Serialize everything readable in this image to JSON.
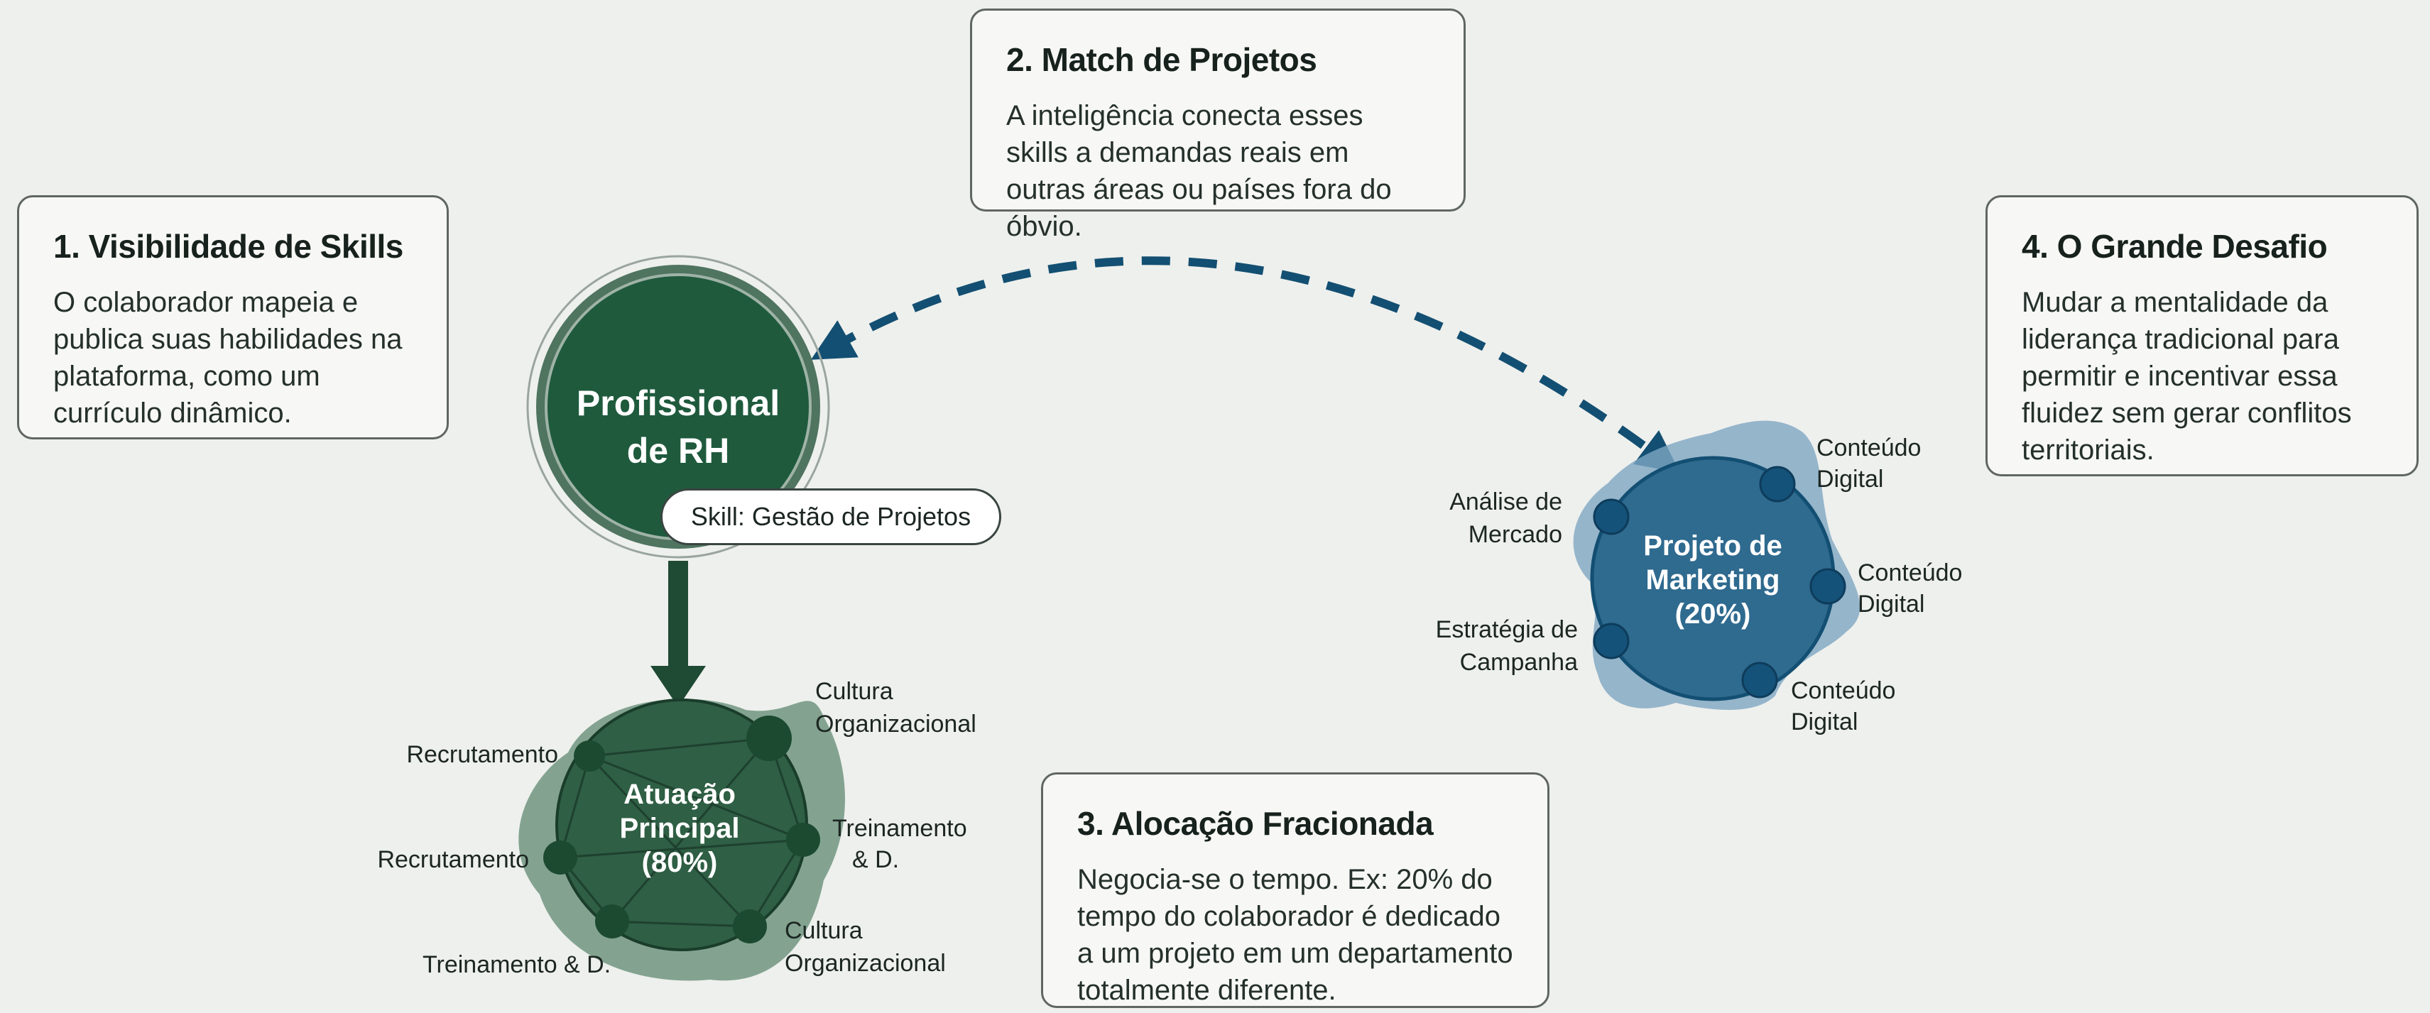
{
  "cards": {
    "visibility": {
      "title": "1. Visibilidade de Skills",
      "body": "O colaborador mapeia e publica suas habilidades na plataforma, como um currículo dinâmico."
    },
    "match": {
      "title": "2. Match de Projetos",
      "body": "A inteligência conecta esses skills a demandas reais em outras áreas ou países fora do óbvio."
    },
    "allocation": {
      "title": "3. Alocação Fracionada",
      "body": "Negocia-se o tempo. Ex: 20% do tempo do colaborador é dedicado a um projeto em um departamento totalmente diferente."
    },
    "challenge": {
      "title": "4. O Grande Desafio",
      "body": "Mudar a mentalidade da liderança tradicional para permitir e incentivar essa fluidez sem gerar conflitos territoriais."
    }
  },
  "professional": {
    "line1": "Profissional",
    "line2": "de RH",
    "skill_tag": "Skill: Gestão de Projetos"
  },
  "main_role": {
    "line1": "Atuação",
    "line2": "Principal",
    "line3": "(80%)",
    "nodes": {
      "recrutamento_top": "Recrutamento",
      "recrutamento_left": "Recrutamento",
      "treinamento_bottom": "Treinamento & D.",
      "treinamento_right_1": "Treinamento",
      "treinamento_right_2": "& D.",
      "cultura_top_1": "Cultura",
      "cultura_top_2": "Organizacional",
      "cultura_bottom_1": "Cultura",
      "cultura_bottom_2": "Organizacional"
    }
  },
  "marketing": {
    "line1": "Projeto de",
    "line2": "Marketing",
    "line3": "(20%)",
    "nodes": {
      "analise_1": "Análise de",
      "analise_2": "Mercado",
      "estrategia_1": "Estratégia de",
      "estrategia_2": "Campanha",
      "conteudo_top_1": "Conteúdo",
      "conteudo_top_2": "Digital",
      "conteudo_mid_1": "Conteúdo",
      "conteudo_mid_2": "Digital",
      "conteudo_bot_1": "Conteúdo",
      "conteudo_bot_2": "Digital"
    }
  },
  "colors": {
    "green_dark": "#1f5a3d",
    "green_mid": "#2f5f44",
    "green_blob": "#5f8a70",
    "blue_dark": "#14527a",
    "blue_mid": "#2f6a8f",
    "blue_blob": "#7ea6c2",
    "connector": "#134f72"
  }
}
